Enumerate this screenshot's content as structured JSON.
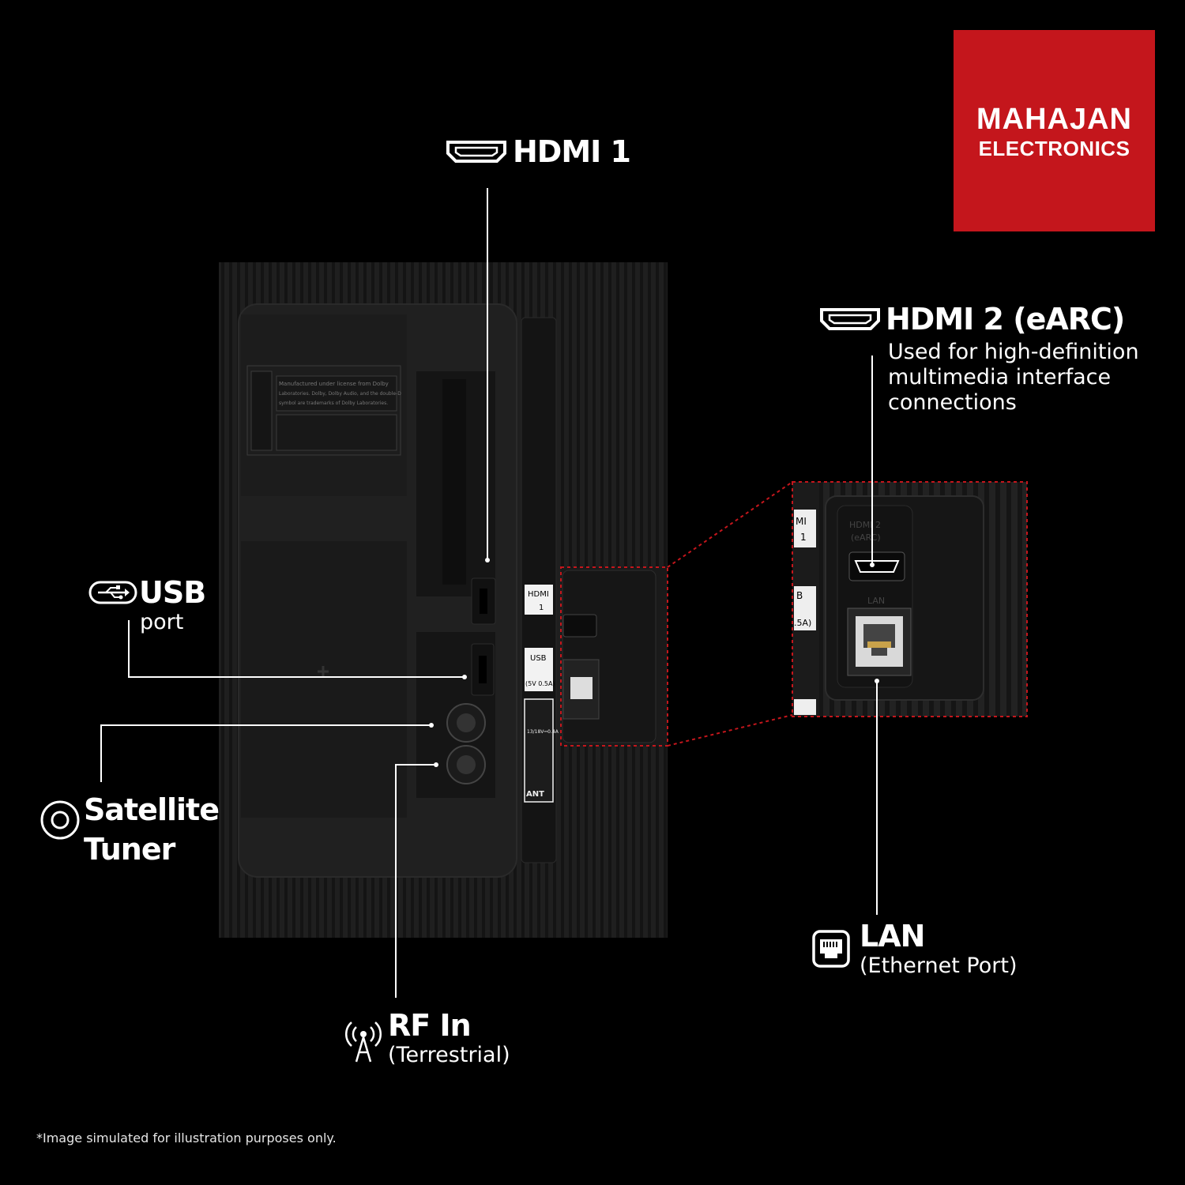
{
  "brand": {
    "line1": "MAHAJAN",
    "line2": "ELECTRONICS",
    "color": "#c4161c"
  },
  "labels": {
    "hdmi1": {
      "title": "HDMI 1",
      "icon": "hdmi-icon"
    },
    "hdmi2": {
      "title": "HDMI 2  (eARC)",
      "desc_lines": [
        "Used for high-definition",
        "multimedia interface",
        "connections"
      ],
      "icon": "hdmi-icon"
    },
    "usb": {
      "title": "USB",
      "sub": "port",
      "icon": "usb-icon"
    },
    "satellite": {
      "title_lines": [
        "Satellite",
        "Tuner"
      ],
      "icon": "satellite-icon"
    },
    "rf": {
      "title": "RF In",
      "sub": "(Terrestrial)",
      "icon": "antenna-icon"
    },
    "lan": {
      "title": "LAN",
      "sub": "(Ethernet Port)",
      "icon": "ethernet-icon"
    }
  },
  "panel_labels": {
    "hdmi_1": [
      "HDMI",
      "1"
    ],
    "usb": [
      "USB",
      "(5V 0.5A)"
    ],
    "sat": "13/18V⎓0.4A",
    "ant": "ANT",
    "zoom_hdmi": [
      "HDMI 2",
      "(eARC)"
    ],
    "zoom_lan": "LAN",
    "zoom_side": [
      "MI",
      "1"
    ],
    "zoom_usb": [
      "B",
      ".5A)"
    ]
  },
  "sticker": {
    "line1": "Manufactured under license from Dolby",
    "line2": "Laboratories. Dolby, Dolby Audio, and the double-D",
    "line3": "symbol are trademarks of Dolby Laboratories."
  },
  "footnote": "*Image simulated for illustration purposes only."
}
